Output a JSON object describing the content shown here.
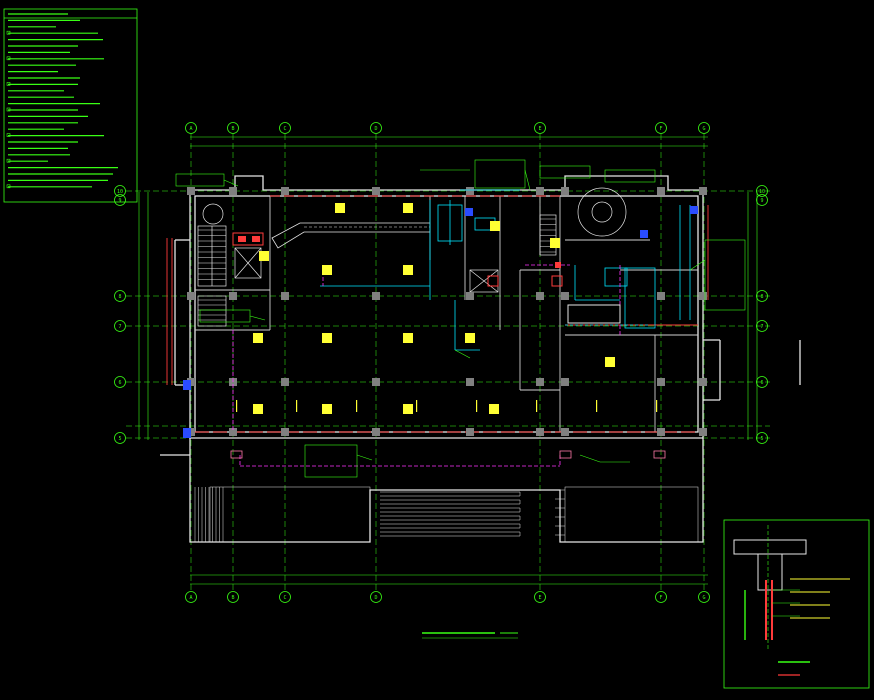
{
  "axes": {
    "top": [
      "A",
      "B",
      "C",
      "D",
      "E",
      "F",
      "G"
    ],
    "bottom": [
      "A",
      "B",
      "C",
      "D",
      "E",
      "F",
      "G"
    ],
    "left": [
      "10",
      "9",
      "8",
      "7",
      "6",
      "5"
    ],
    "right": [
      "10",
      "9",
      "8",
      "7",
      "6",
      "5"
    ]
  },
  "colors": {
    "background": "#000000",
    "grid": "#39ff14",
    "wall": "#ff3b3b",
    "structure": "#e6e6e6",
    "duct": "#00e5ff",
    "equipment": "#ffff33",
    "pipe": "#ff33ff"
  },
  "equipment_count": 16
}
